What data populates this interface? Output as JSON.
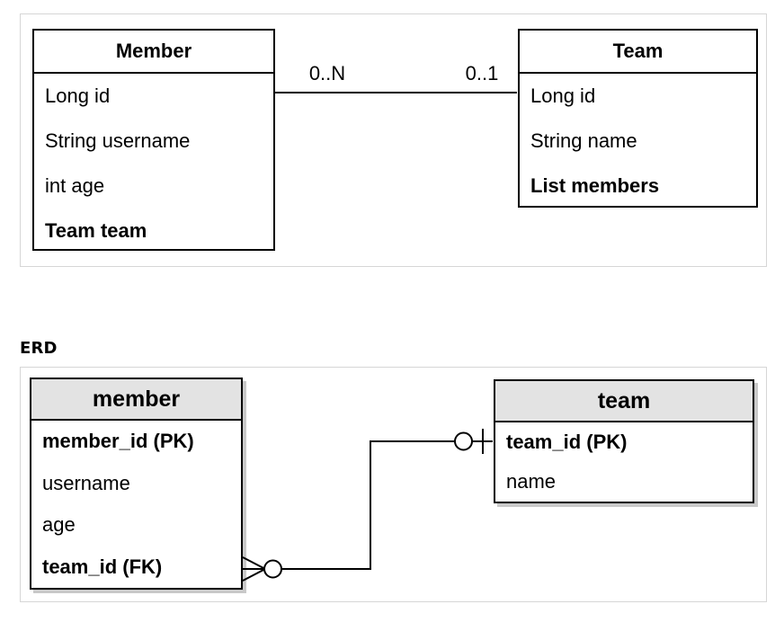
{
  "uml": {
    "member": {
      "title": "Member",
      "fields": [
        "Long id",
        "String username",
        "int age",
        "Team team"
      ]
    },
    "team": {
      "title": "Team",
      "fields": [
        "Long id",
        "String name",
        "List members"
      ]
    },
    "multiplicity": {
      "member_side": "0..N",
      "team_side": "0..1"
    }
  },
  "erd": {
    "heading": "ERD",
    "member_table": {
      "title": "member",
      "rows": [
        "member_id (PK)",
        "username",
        "age",
        "team_id (FK)"
      ]
    },
    "team_table": {
      "title": "team",
      "rows": [
        "team_id (PK)",
        "name"
      ]
    },
    "relation": {
      "member_end": "zero-or-many",
      "team_end": "zero-or-one"
    }
  },
  "colors": {
    "background": "#ffffff",
    "line": "#000000",
    "panel_border": "#d6d6d6",
    "erd_header_fill": "#e3e3e3",
    "shadow": "#c9c9c9"
  }
}
